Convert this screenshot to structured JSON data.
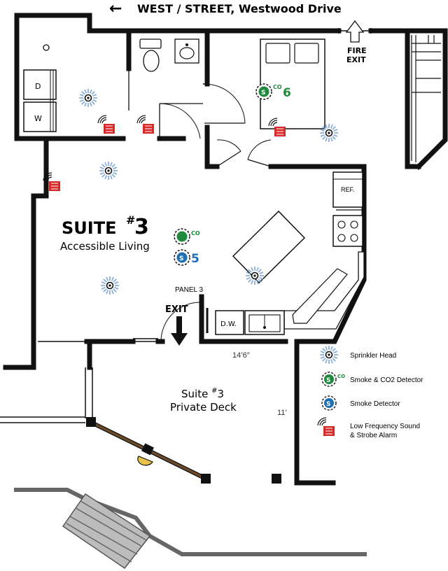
{
  "street": {
    "arrow": "←",
    "label": "WEST / STREET, Westwood Drive"
  },
  "fire_exit": {
    "line1": "FIRE",
    "line2": "EXIT"
  },
  "suite": {
    "title": "SUITE",
    "sup": "#",
    "number": "3",
    "subtitle": "Accessible Living"
  },
  "deck": {
    "line1_prefix": "Suite ",
    "line1_sup": "#",
    "line1_num": "3",
    "line2": "Private Deck",
    "dim_width": "14’6″",
    "dim_depth": "11’"
  },
  "labels": {
    "panel": "PANEL 3",
    "exit": "EXIT",
    "ref": "REF.",
    "dw": "D.W.",
    "washer_d": "D",
    "washer_w": "W"
  },
  "detectors": {
    "co_text": "CO",
    "s_text": "S",
    "unit6": "6",
    "unit5": "5"
  },
  "legend": {
    "items": [
      {
        "icon": "sprinkler-head-icon",
        "label": "Sprinkler Head"
      },
      {
        "icon": "smoke-co2-detector-icon",
        "label": "Smoke & CO2 Detector"
      },
      {
        "icon": "smoke-detector-icon",
        "label": "Smoke Detector"
      },
      {
        "icon": "strobe-alarm-icon",
        "label_line1": "Low Frequency Sound",
        "label_line2": "& Strobe Alarm"
      }
    ]
  },
  "colors": {
    "wall": "#111111",
    "green": "#1f8a3c",
    "blue": "#1f6fb3",
    "red": "#d62a2a",
    "sprinkler": "#7fa7d8",
    "railing": "#6b4a2b",
    "stairs": "#8c8c8c"
  }
}
